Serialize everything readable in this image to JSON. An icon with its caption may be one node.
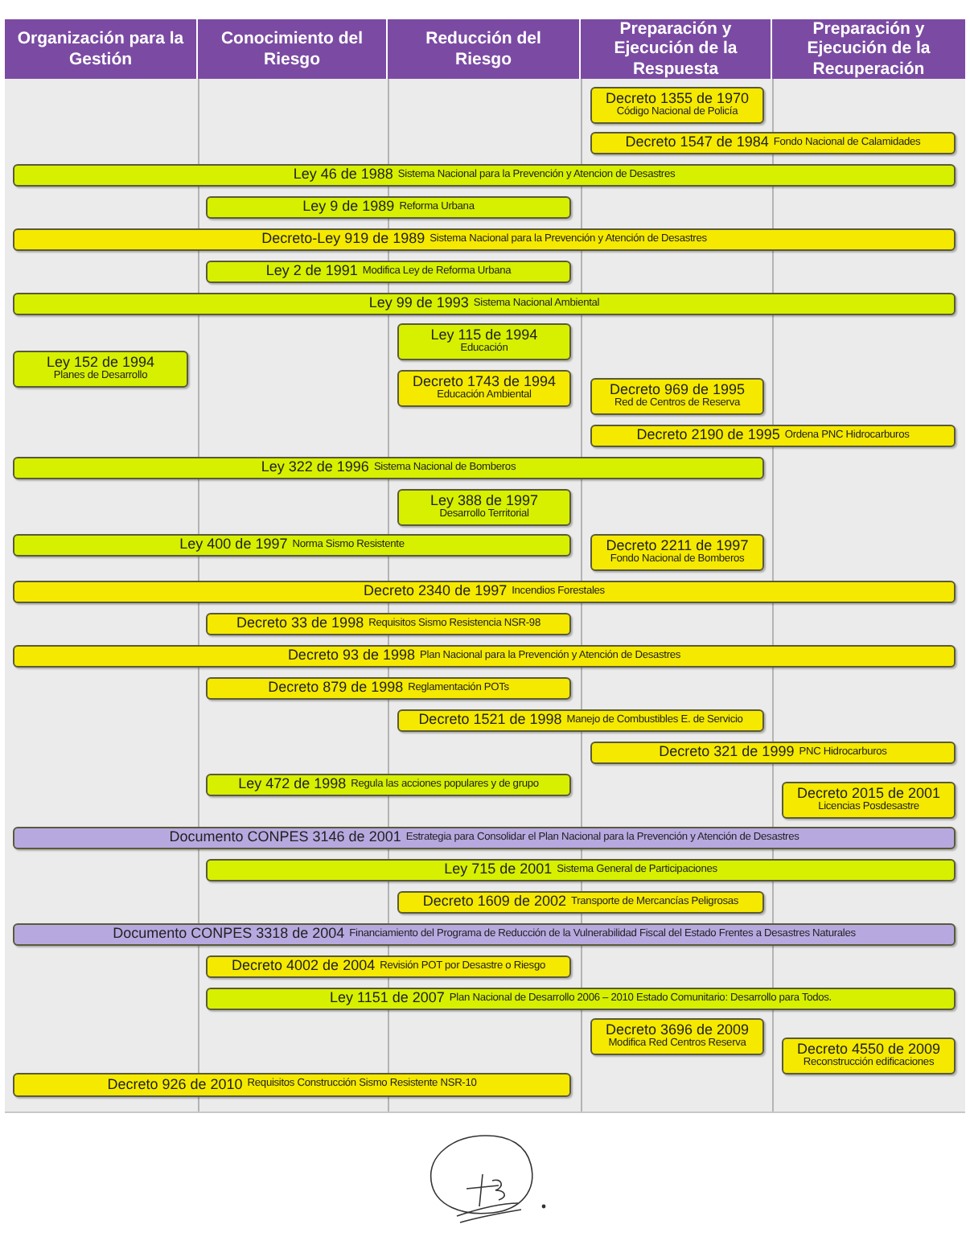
{
  "diagram": {
    "nodes": [
      {
        "text": [
          "Organización para la Gestión"
        ]
      },
      {
        "text": [
          "Conocimiento del Riesgo"
        ]
      },
      {
        "text": [
          "Reducción del Riesgo"
        ]
      },
      {
        "text": [
          "Preparación y Ejecución de la Respuesta"
        ]
      },
      {
        "text": [
          "Preparación y Ejecución de la Recuperación"
        ]
      },
      {
        "text": [
          "Decreto 1355 de 1970",
          "Código Nacional de Policía"
        ]
      },
      {
        "text": [
          "Decreto 1547 de 1984",
          "Fondo Nacional de Calamidades"
        ]
      },
      {
        "text": [
          "Ley 46 de 1988",
          "Sistema Nacional para la Prevención y Atencion de Desastres"
        ]
      },
      {
        "text": [
          "Ley 9 de 1989",
          "Reforma Urbana"
        ]
      },
      {
        "text": [
          "Decreto-Ley 919 de 1989",
          "Sistema Nacional para la Prevención y Atención de Desastres"
        ]
      },
      {
        "text": [
          "Ley 2 de 1991",
          "Modifica Ley de Reforma Urbana"
        ]
      },
      {
        "text": [
          "Ley 99 de 1993",
          "Sistema Nacional Ambiental"
        ]
      },
      {
        "text": [
          "Ley 152 de 1994",
          "Planes de Desarrollo"
        ]
      },
      {
        "text": [
          "Ley 115 de 1994",
          "Educación"
        ]
      },
      {
        "text": [
          "Decreto 1743 de 1994",
          "Educación Ambiental"
        ]
      },
      {
        "text": [
          "Decreto 969 de 1995",
          "Red de Centros de Reserva"
        ]
      },
      {
        "text": [
          "Decreto 2190 de 1995",
          "Ordena PNC Hidrocarburos"
        ]
      },
      {
        "text": [
          "Ley 322 de 1996",
          "Sistema Nacional de Bomberos"
        ]
      },
      {
        "text": [
          "Ley 388 de 1997",
          "Desarrollo Territorial"
        ]
      },
      {
        "text": [
          "Ley 400 de 1997",
          "Norma Sismo Resistente"
        ]
      },
      {
        "text": [
          "Decreto 2211 de 1997",
          "Fondo Nacional de Bomberos"
        ]
      },
      {
        "text": [
          "Decreto 2340 de 1997",
          "Incendios Forestales"
        ]
      },
      {
        "text": [
          "Decreto 33 de 1998",
          "Requisitos Sismo Resistencia NSR-98"
        ]
      },
      {
        "text": [
          "Decreto 93 de 1998",
          "Plan Nacional para la Prevención y Atención de Desastres"
        ]
      },
      {
        "text": [
          "Decreto 879 de 1998",
          "Reglamentación POTs"
        ]
      },
      {
        "text": [
          "Decreto 1521 de 1998",
          "Manejo de Combustibles E. de Servicio"
        ]
      },
      {
        "text": [
          "Decreto 321 de 1999",
          "PNC Hidrocarburos"
        ]
      },
      {
        "text": [
          "Ley 472 de 1998",
          "Regula las acciones populares y de grupo"
        ]
      },
      {
        "text": [
          "Decreto 2015 de 2001",
          "Licencias Posdesastre"
        ]
      },
      {
        "text": [
          "Documento CONPES 3146 de 2001",
          "Estrategia para Consolidar el Plan Nacional para la Prevención y Atención de Desastres"
        ]
      },
      {
        "text": [
          "Ley 715 de 2001",
          "Sistema General de Participaciones"
        ]
      },
      {
        "text": [
          "Decreto 1609 de 2002",
          "Transporte de Mercancías Peligrosas"
        ]
      },
      {
        "text": [
          "Documento CONPES 3318 de 2004",
          "Financiamiento del Programa de Reducción de la Vulnerabilidad Fiscal del Estado Frentes a Desastres Naturales"
        ]
      },
      {
        "text": [
          "Decreto 4002 de 2004",
          "Revisión POT por Desastre o Riesgo"
        ]
      },
      {
        "text": [
          "Ley 1151 de 2007",
          "Plan Nacional de Desarrollo 2006 – 2010 Estado Comunitario: Desarrollo para Todos."
        ]
      },
      {
        "text": [
          "Decreto 3696 de 2009",
          "Modifica Red Centros Reserva"
        ]
      },
      {
        "text": [
          "Decreto 4550 de 2009",
          "Reconstrucción edificaciones"
        ]
      },
      {
        "text": [
          "Decreto 926 de 2010",
          "Requisitos Construcción Sismo Resistente NSR-10"
        ]
      }
    ]
  }
}
